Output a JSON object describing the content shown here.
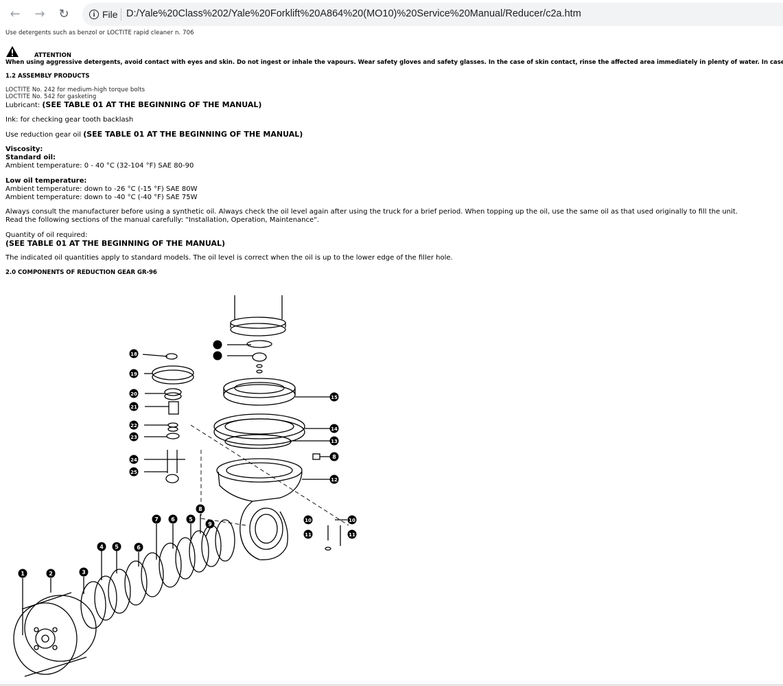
{
  "browser": {
    "back_icon": "arrow-left-icon",
    "forward_icon": "arrow-right-icon",
    "reload_icon": "reload-icon",
    "info_label": "File",
    "url": "D:/Yale%20Class%202/Yale%20Forklift%20A864%20(MO10)%20Service%20Manual/Reducer/c2a.htm"
  },
  "content": {
    "detergent_line": "Use detergents such as benzol or LOCTITE rapid cleaner n. 706",
    "attention_title": "ATTENTION",
    "attention_text": "When using aggressive detergents, avoid contact with eyes and skin. Do not ingest or inhale the vapours. Wear safety gloves and safety glasses. In the case of skin contact, rinse the affected area immediately in plenty of water. In case of ingestion, ca",
    "section_assembly": "1.2 ASSEMBLY PRODUCTS",
    "loctite_242": "LOCTITE No. 242 for medium-high torque bolts",
    "loctite_542": "LOCTITE No. 542 for gasketing",
    "lubricant_prefix": "Lubricant: ",
    "lubricant_ref": "(SEE TABLE 01 AT THE BEGINNING OF THE MANUAL)",
    "ink_line": "Ink: for checking gear tooth backlash",
    "oil_prefix": "Use reduction gear oil ",
    "oil_ref": "(SEE TABLE 01 AT THE BEGINNING OF THE MANUAL)",
    "viscosity": "Viscosity:",
    "standard_oil": "Standard oil:",
    "standard_temp": "Ambient temperature: 0 - 40 °C (32-104 °F) SAE 80-90",
    "low_oil": "Low oil temperature:",
    "low_temp_1": "Ambient temperature: down to -26 °C (-15 °F) SAE 80W",
    "low_temp_2": "Ambient temperature: down to -40 °C (-40 °F) SAE 75W",
    "synthetic_note": "Always consult the manufacturer before using a synthetic oil. Always check the oil level again after using the truck for a brief period. When topping up the oil, use the same oil as that used originally to fill the unit.",
    "read_note": "Read the following sections of the manual carefully: \"Installation, Operation, Maintenance\".",
    "quantity_label": "Quantity of oil required:",
    "quantity_ref": "(SEE TABLE 01 AT THE BEGINNING OF THE MANUAL)",
    "quantity_note": "The indicated oil quantities apply to standard models. The oil level is correct when the oil is up to the lower edge of the filler hole.",
    "section_components": "2.0 COMPONENTS OF REDUCTION GEAR GR-96"
  },
  "diagram": {
    "callouts": [
      "1",
      "2",
      "3",
      "4",
      "5",
      "6",
      "7",
      "6",
      "5",
      "8",
      "9",
      "10",
      "11",
      "10",
      "11",
      "12",
      "8",
      "13",
      "14",
      "15",
      "18",
      "19",
      "20",
      "21",
      "22",
      "23",
      "24",
      "25"
    ]
  }
}
